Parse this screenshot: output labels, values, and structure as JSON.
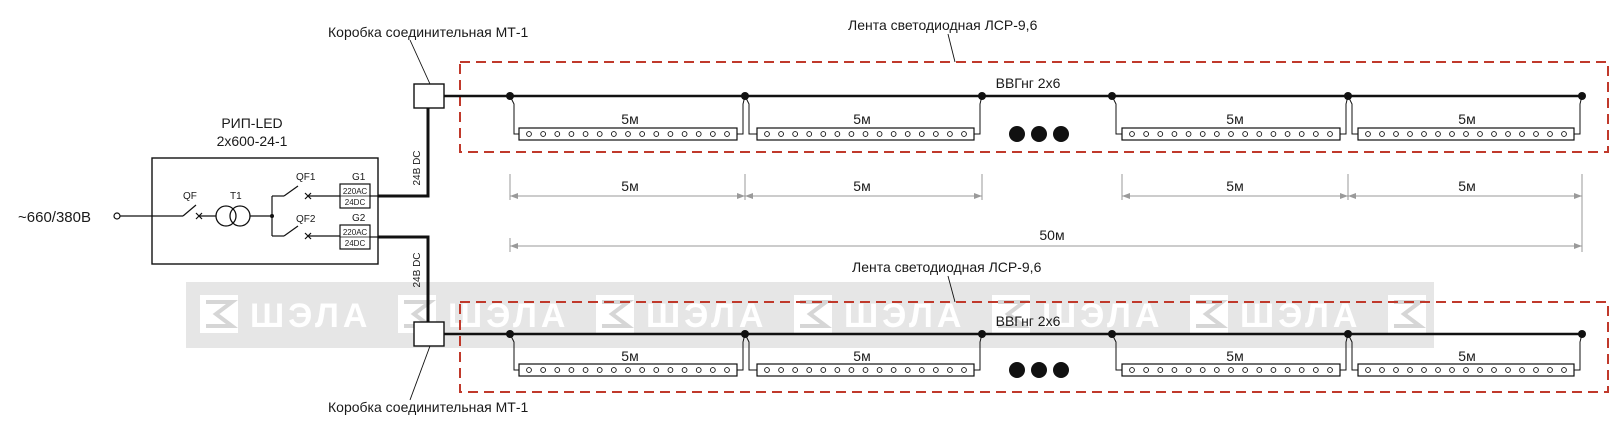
{
  "labels": {
    "psu_name": "РИП-LED",
    "psu_model": "2х600-24-1",
    "input_voltage": "~660/380В",
    "qf": "QF",
    "t1": "T1",
    "qf1": "QF1",
    "qf2": "QF2",
    "g1": "G1",
    "g2": "G2",
    "g_ac": "220АС",
    "g_dc": "24DC",
    "dc_line": "24В DC",
    "box_top": "Коробка соединительная МТ-1",
    "box_bottom": "Коробка соединительная МТ-1",
    "strip_top": "Лента светодиодная ЛСР-9,6",
    "strip_bottom": "Лента светодиодная ЛСР-9,6",
    "cable_top": "ВВГнг 2х6",
    "cable_bottom": "ВВГнг 2х6",
    "segment_length": "5м",
    "total_length": "50м",
    "watermark": "ШЭЛА"
  },
  "colors": {
    "line": "#111111",
    "dash_box": "#c0392b",
    "dim_line": "#9a9a9a",
    "watermark_band": "#e3e3e3"
  }
}
